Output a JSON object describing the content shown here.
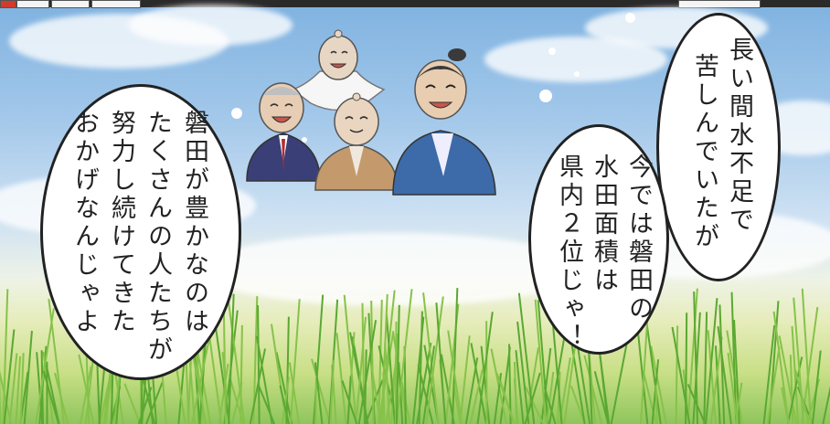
{
  "colors": {
    "sky_top": "#7fb2e0",
    "field": "#c8df86",
    "grass": "#5aa832",
    "bubble_fill": "#ffffff",
    "bubble_outline": "#222222",
    "topbar": "#2a2a2a",
    "topbar_red_tab": "#d43a2a"
  },
  "characters": [
    {
      "name": "floating-elder",
      "clothing": "white robe"
    },
    {
      "name": "man-in-suit",
      "clothing": "navy suit with red tie"
    },
    {
      "name": "bald-elder",
      "clothing": "brown robe"
    },
    {
      "name": "samurai",
      "clothing": "blue kimono with topknot"
    }
  ],
  "bubble_right": {
    "lines": [
      "長い間水不足で",
      "苦しんでいたが",
      "今では磐田の",
      "水田面積は",
      "県内２位じゃ！"
    ]
  },
  "bubble_left": {
    "lines": [
      "磐田が豊かなのは",
      "たくさんの人たちが",
      "努力し続けてきた",
      "おかげなんじゃよ"
    ]
  }
}
